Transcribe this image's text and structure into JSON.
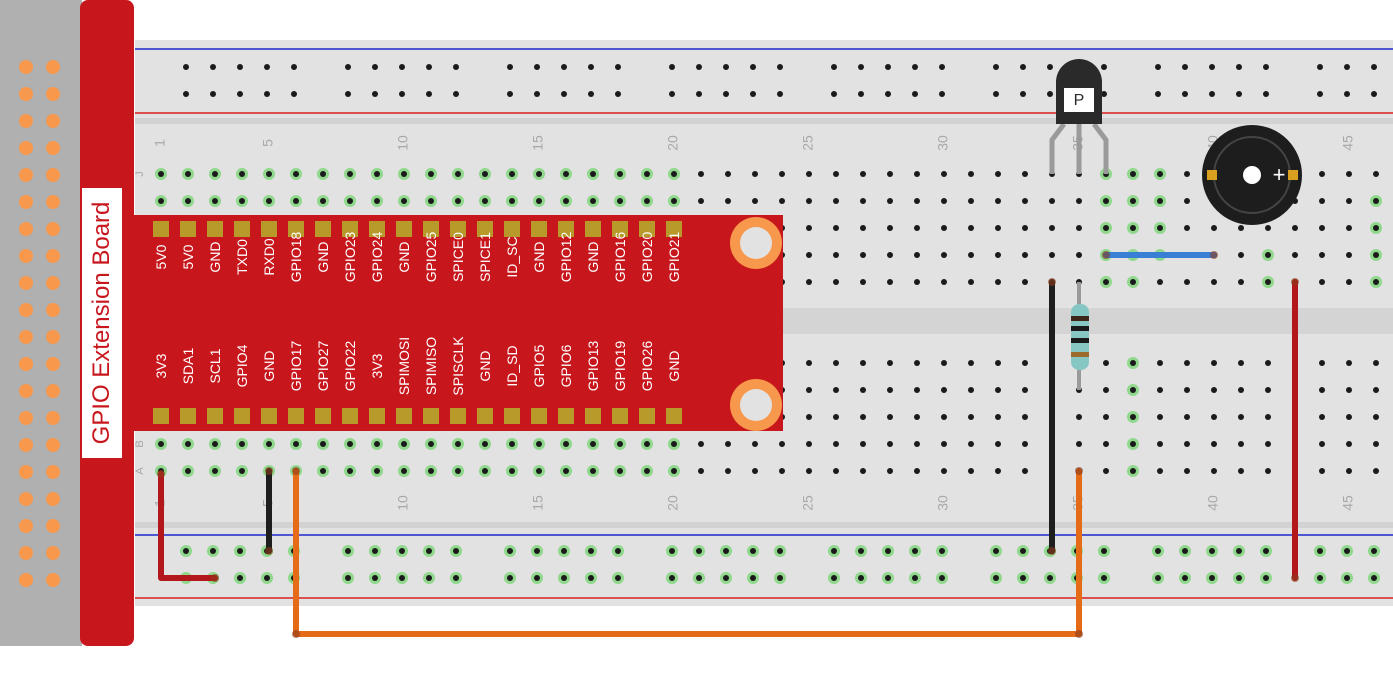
{
  "board": {
    "title": "GPIO Extension Board",
    "top_row_labels": [
      "5V0",
      "5V0",
      "GND",
      "TXD0",
      "RXD0",
      "GPIO18",
      "GND",
      "GPIO23",
      "GPIO24",
      "GND",
      "GPIO25",
      "SPICE0",
      "SPICE1",
      "ID_SC",
      "GND",
      "GPIO12",
      "GND",
      "GPIO16",
      "GPIO20",
      "GPIO21"
    ],
    "bottom_row_labels": [
      "3V3",
      "SDA1",
      "SCL1",
      "GPIO4",
      "GND",
      "GPIO17",
      "GPIO27",
      "GPIO22",
      "3V3",
      "SPIMOSI",
      "SPIMISO",
      "SPISCLK",
      "GND",
      "ID_SD",
      "GPIO5",
      "GPIO6",
      "GPIO13",
      "GPIO19",
      "GPIO26",
      "GND"
    ]
  },
  "breadboard": {
    "column_numbers": [
      "1",
      "5",
      "10",
      "15",
      "20",
      "25",
      "30",
      "35",
      "40",
      "45"
    ],
    "row_letters_top": [
      "J"
    ],
    "row_letters_bottom": [
      "B",
      "A"
    ]
  },
  "components": {
    "transistor_mark": "P",
    "buzzer_mark": "+"
  },
  "colors": {
    "board_red": "#c8161d",
    "header_gray": "#b0b0b0",
    "pin_orange": "#f7984d",
    "breadboard": "#e2e2e2",
    "rail_blue": "#1f27c9",
    "rail_red": "#d71e1e",
    "hole_active": "#8fd88c",
    "wire_red": "#b3171b",
    "wire_black": "#1e1e1e",
    "wire_orange": "#e66b16",
    "wire_blue": "#3a7fd6",
    "wire_gray": "#9a9a9a"
  }
}
